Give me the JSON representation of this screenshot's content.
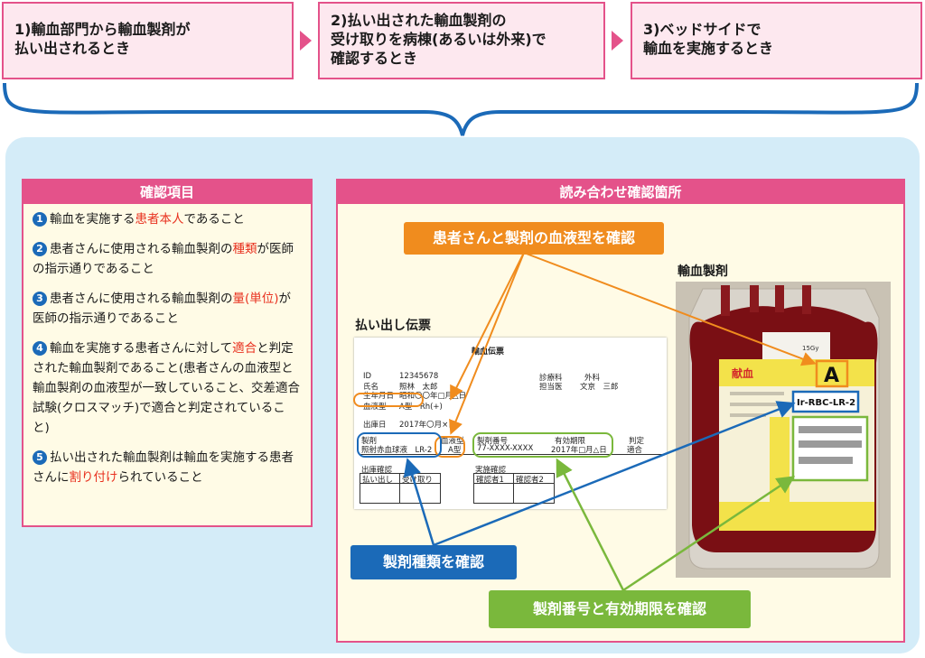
{
  "steps": [
    {
      "label": "1)輸血部門から輸血製剤が\n払い出されるとき"
    },
    {
      "label": "2)払い出された輸血製剤の\n受け取りを病棟(あるいは外来)で\n確認するとき"
    },
    {
      "label": "3)ベッドサイドで\n輸血を実施するとき"
    }
  ],
  "left_box": {
    "title": "確認項目",
    "items": [
      {
        "num": "1",
        "pre": "輸血を実施する",
        "red": "患者本人",
        "post": "であること"
      },
      {
        "num": "2",
        "pre": "患者さんに使用される輸血製剤の",
        "red": "種類",
        "post": "が医師の指示通りであること"
      },
      {
        "num": "3",
        "pre": "患者さんに使用される輸血製剤の",
        "red": "量(単位)",
        "post": "が医師の指示通りであること"
      },
      {
        "num": "4",
        "pre": "輸血を実施する患者さんに対して",
        "red": "適合",
        "post": "と判定された輸血製剤であること(患者さんの血液型と輸血製剤の血液型が一致していること、交差適合試験(クロスマッチ)で適合と判定されていること)"
      },
      {
        "num": "5",
        "pre": "払い出された輸血製剤は輸血を実施する患者さんに",
        "red": "割り付け",
        "post": "られていること"
      }
    ]
  },
  "right_box": {
    "title": "読み合わせ確認箇所",
    "slip_label": "払い出し伝票",
    "product_label": "輸血製剤"
  },
  "callouts": {
    "blood_type": "患者さんと製剤の血液型を確認",
    "product_type": "製剤種類を確認",
    "number_expiry": "製剤番号と有効期限を確認"
  },
  "colors": {
    "pink": "#e4528a",
    "orange": "#f08c1e",
    "blue": "#1b6ab8",
    "green": "#7ab83c",
    "red": "#e8311f"
  },
  "slip": {
    "title": "輸血伝票",
    "id_label": "ID",
    "id_value": "12345678",
    "name_label": "氏名",
    "name_value": "照林　太郎",
    "dob_label": "生年月日",
    "dob_value": "昭和〇〇年□月△日",
    "bloodtype_label": "血液型",
    "bloodtype_value": "A型　Rh(+)",
    "dept_label": "診療科",
    "dept_value": "外科",
    "doctor_label": "担当医",
    "doctor_value": "文京　三郎",
    "issue_label": "出庫日",
    "issue_value": "2017年〇月×日",
    "col_product": "製剤",
    "col_product_val": "照射赤血球液　LR-2",
    "col_type": "血液型",
    "col_type_val": "A型",
    "col_number": "製剤番号",
    "col_number_val": "77-XXXX-XXXX",
    "col_expiry": "有効期限",
    "col_expiry_val": "2017年□月△日",
    "col_judge": "判定",
    "col_judge_val": "適合",
    "out_check": "出庫確認",
    "out_col1": "払い出し",
    "out_col2": "受け取り",
    "exec_check": "実施確認",
    "exec_col1": "確認者1",
    "exec_col2": "確認者2"
  },
  "bag": {
    "donation": "献血",
    "type_letter": "A",
    "product_code": "Ir-RBC-LR-2",
    "dose": "15Gy"
  }
}
